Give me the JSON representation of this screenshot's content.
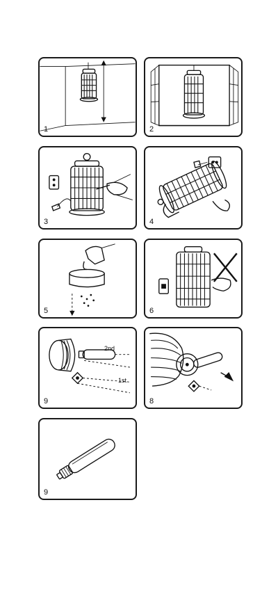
{
  "panels": [
    {
      "id": "p1",
      "number": "1"
    },
    {
      "id": "p2",
      "number": "2"
    },
    {
      "id": "p3",
      "number": "3"
    },
    {
      "id": "p4",
      "number": "4"
    },
    {
      "id": "p5",
      "number": "5"
    },
    {
      "id": "p6",
      "number": "6"
    },
    {
      "id": "p7",
      "number": "9",
      "labels": {
        "second": "2nd",
        "first": "1st"
      }
    },
    {
      "id": "p8",
      "number": "8"
    },
    {
      "id": "p9",
      "number": "9"
    }
  ]
}
